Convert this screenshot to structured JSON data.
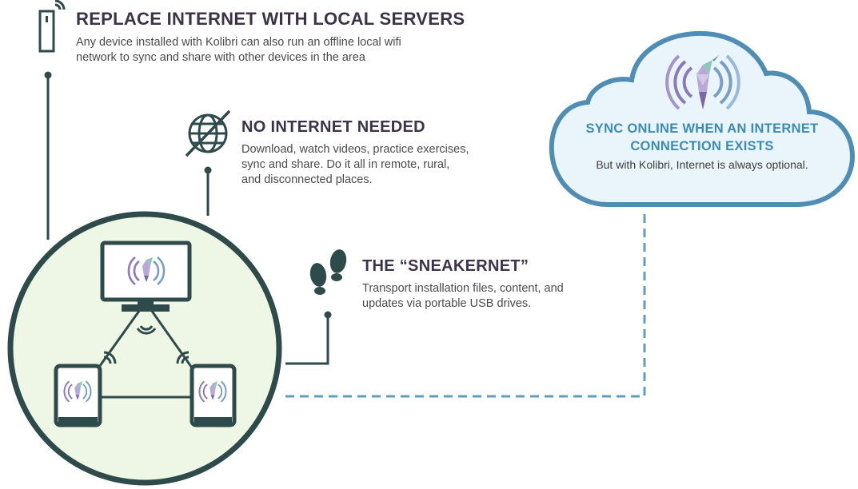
{
  "features": {
    "local_servers": {
      "title": "REPLACE INTERNET WITH LOCAL SERVERS",
      "body": "Any device installed with Kolibri can also run an offline local wifi network to sync and share with other devices in the area"
    },
    "no_internet": {
      "title": "NO INTERNET NEEDED",
      "body": "Download, watch videos, practice exercises, sync and share. Do it all in remote, rural, and disconnected places."
    },
    "sneakernet": {
      "title": "THE “SNEAKERNET”",
      "body": "Transport installation files, content, and updates via portable USB drives."
    }
  },
  "cloud": {
    "title": "SYNC ONLINE WHEN AN INTERNET CONNECTION EXISTS",
    "body": "But with Kolibri, Internet is always optional."
  },
  "colors": {
    "dark_teal": "#2f4a4a",
    "circle_fill": "#eef6e6",
    "cloud_stroke": "#4f8db5",
    "cloud_fill": "#eaf5fb",
    "dash_line": "#5f9cc2",
    "title_text": "#3b3347",
    "cloud_title": "#3b8bb3"
  },
  "icons": [
    "usb-drive-icon",
    "no-internet-globe-icon",
    "footprints-icon",
    "kolibri-logo-icon",
    "wifi-waves-icon",
    "monitor-icon",
    "tablet-icon"
  ]
}
